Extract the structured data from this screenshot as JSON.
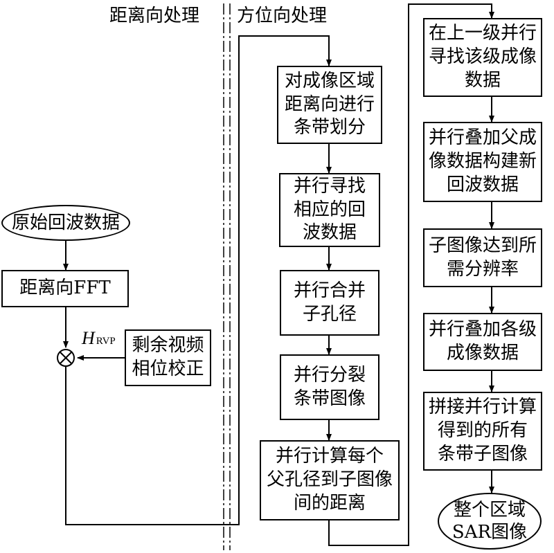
{
  "headers": {
    "range": "距离向处理",
    "azimuth": "方位向处理"
  },
  "left": {
    "raw_echo": "原始回波数据",
    "range_fft": "距离向FFT",
    "rvp_label_main": "H",
    "rvp_label_sub": "RVP",
    "rvp_box": "剩余视频\n相位校正"
  },
  "middle": {
    "step1": "对成像区域\n距离向进行\n条带划分",
    "step2": "并行寻找\n相应的回\n波数据",
    "step3": "并行合并\n子孔径",
    "step4": "并行分裂\n条带图像",
    "step5": "并行计算每个\n父孔径到子图像\n间的距离"
  },
  "right": {
    "step1": "在上一级并行\n寻找该级成像\n数据",
    "step2": "并行叠加父成\n像数据构建新\n回波数据",
    "step3": "子图像达到所\n需分辨率",
    "step4": "并行叠加各级\n成像数据",
    "step5": "拼接并行计算\n得到的所有\n条带子图像",
    "result": "整个区域\nSAR图像"
  }
}
